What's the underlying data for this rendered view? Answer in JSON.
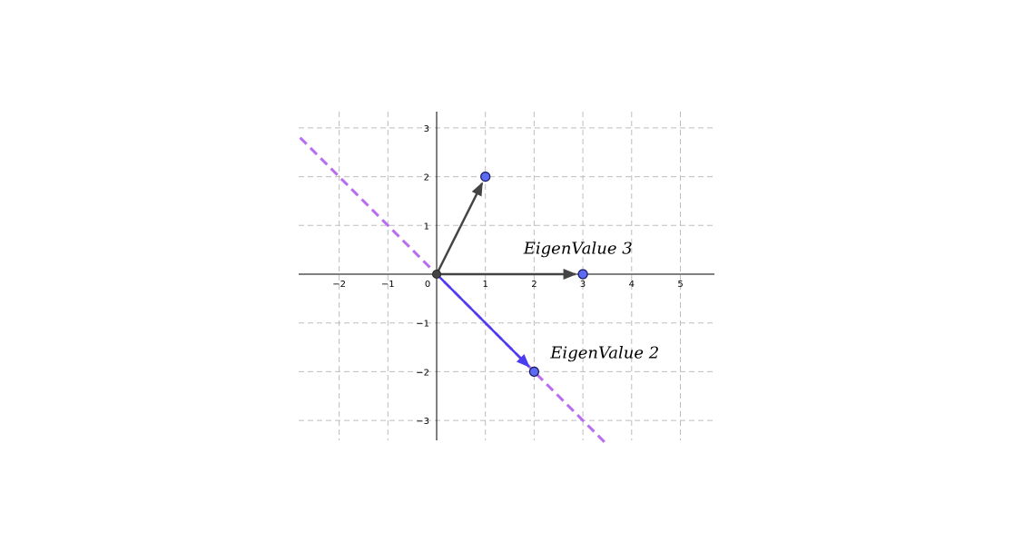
{
  "chart_data": {
    "type": "scatter",
    "xlim": [
      -2.8,
      5.7
    ],
    "ylim": [
      -3.4,
      3.3
    ],
    "x_ticks": [
      "−2",
      "−1",
      "0",
      "1",
      "2",
      "3",
      "4",
      "5"
    ],
    "x_tick_values": [
      -2,
      -1,
      0,
      1,
      2,
      3,
      4,
      5
    ],
    "y_ticks": [
      "3",
      "2",
      "1",
      "−1",
      "−2",
      "−3"
    ],
    "y_tick_values": [
      3,
      2,
      1,
      -1,
      -2,
      -3
    ],
    "grid": true,
    "origin": [
      0,
      0
    ],
    "points": [
      {
        "x": 1,
        "y": 2
      },
      {
        "x": 3,
        "y": 0
      },
      {
        "x": 2,
        "y": -2
      }
    ],
    "vectors": [
      {
        "from": [
          0,
          0
        ],
        "to": [
          1,
          2
        ],
        "color": "#444444"
      },
      {
        "from": [
          0,
          0
        ],
        "to": [
          3,
          0
        ],
        "color": "#444444"
      },
      {
        "from": [
          0,
          0
        ],
        "to": [
          2,
          -2
        ],
        "color": "#4a3cf0"
      }
    ],
    "eigen_line": {
      "slope": -1,
      "color": "#b86df0",
      "style": "dashed"
    },
    "labels": [
      {
        "text": "EigenValue  3",
        "x": 2.9,
        "y": 0.42
      },
      {
        "text": "EigenValue  2",
        "x": 3.45,
        "y": -1.72
      }
    ]
  },
  "colors": {
    "grid": "#bdbdbd",
    "axis": "#000000",
    "point_fill": "#5b6cf2",
    "point_stroke": "#1a1a66",
    "origin_fill": "#444444"
  }
}
